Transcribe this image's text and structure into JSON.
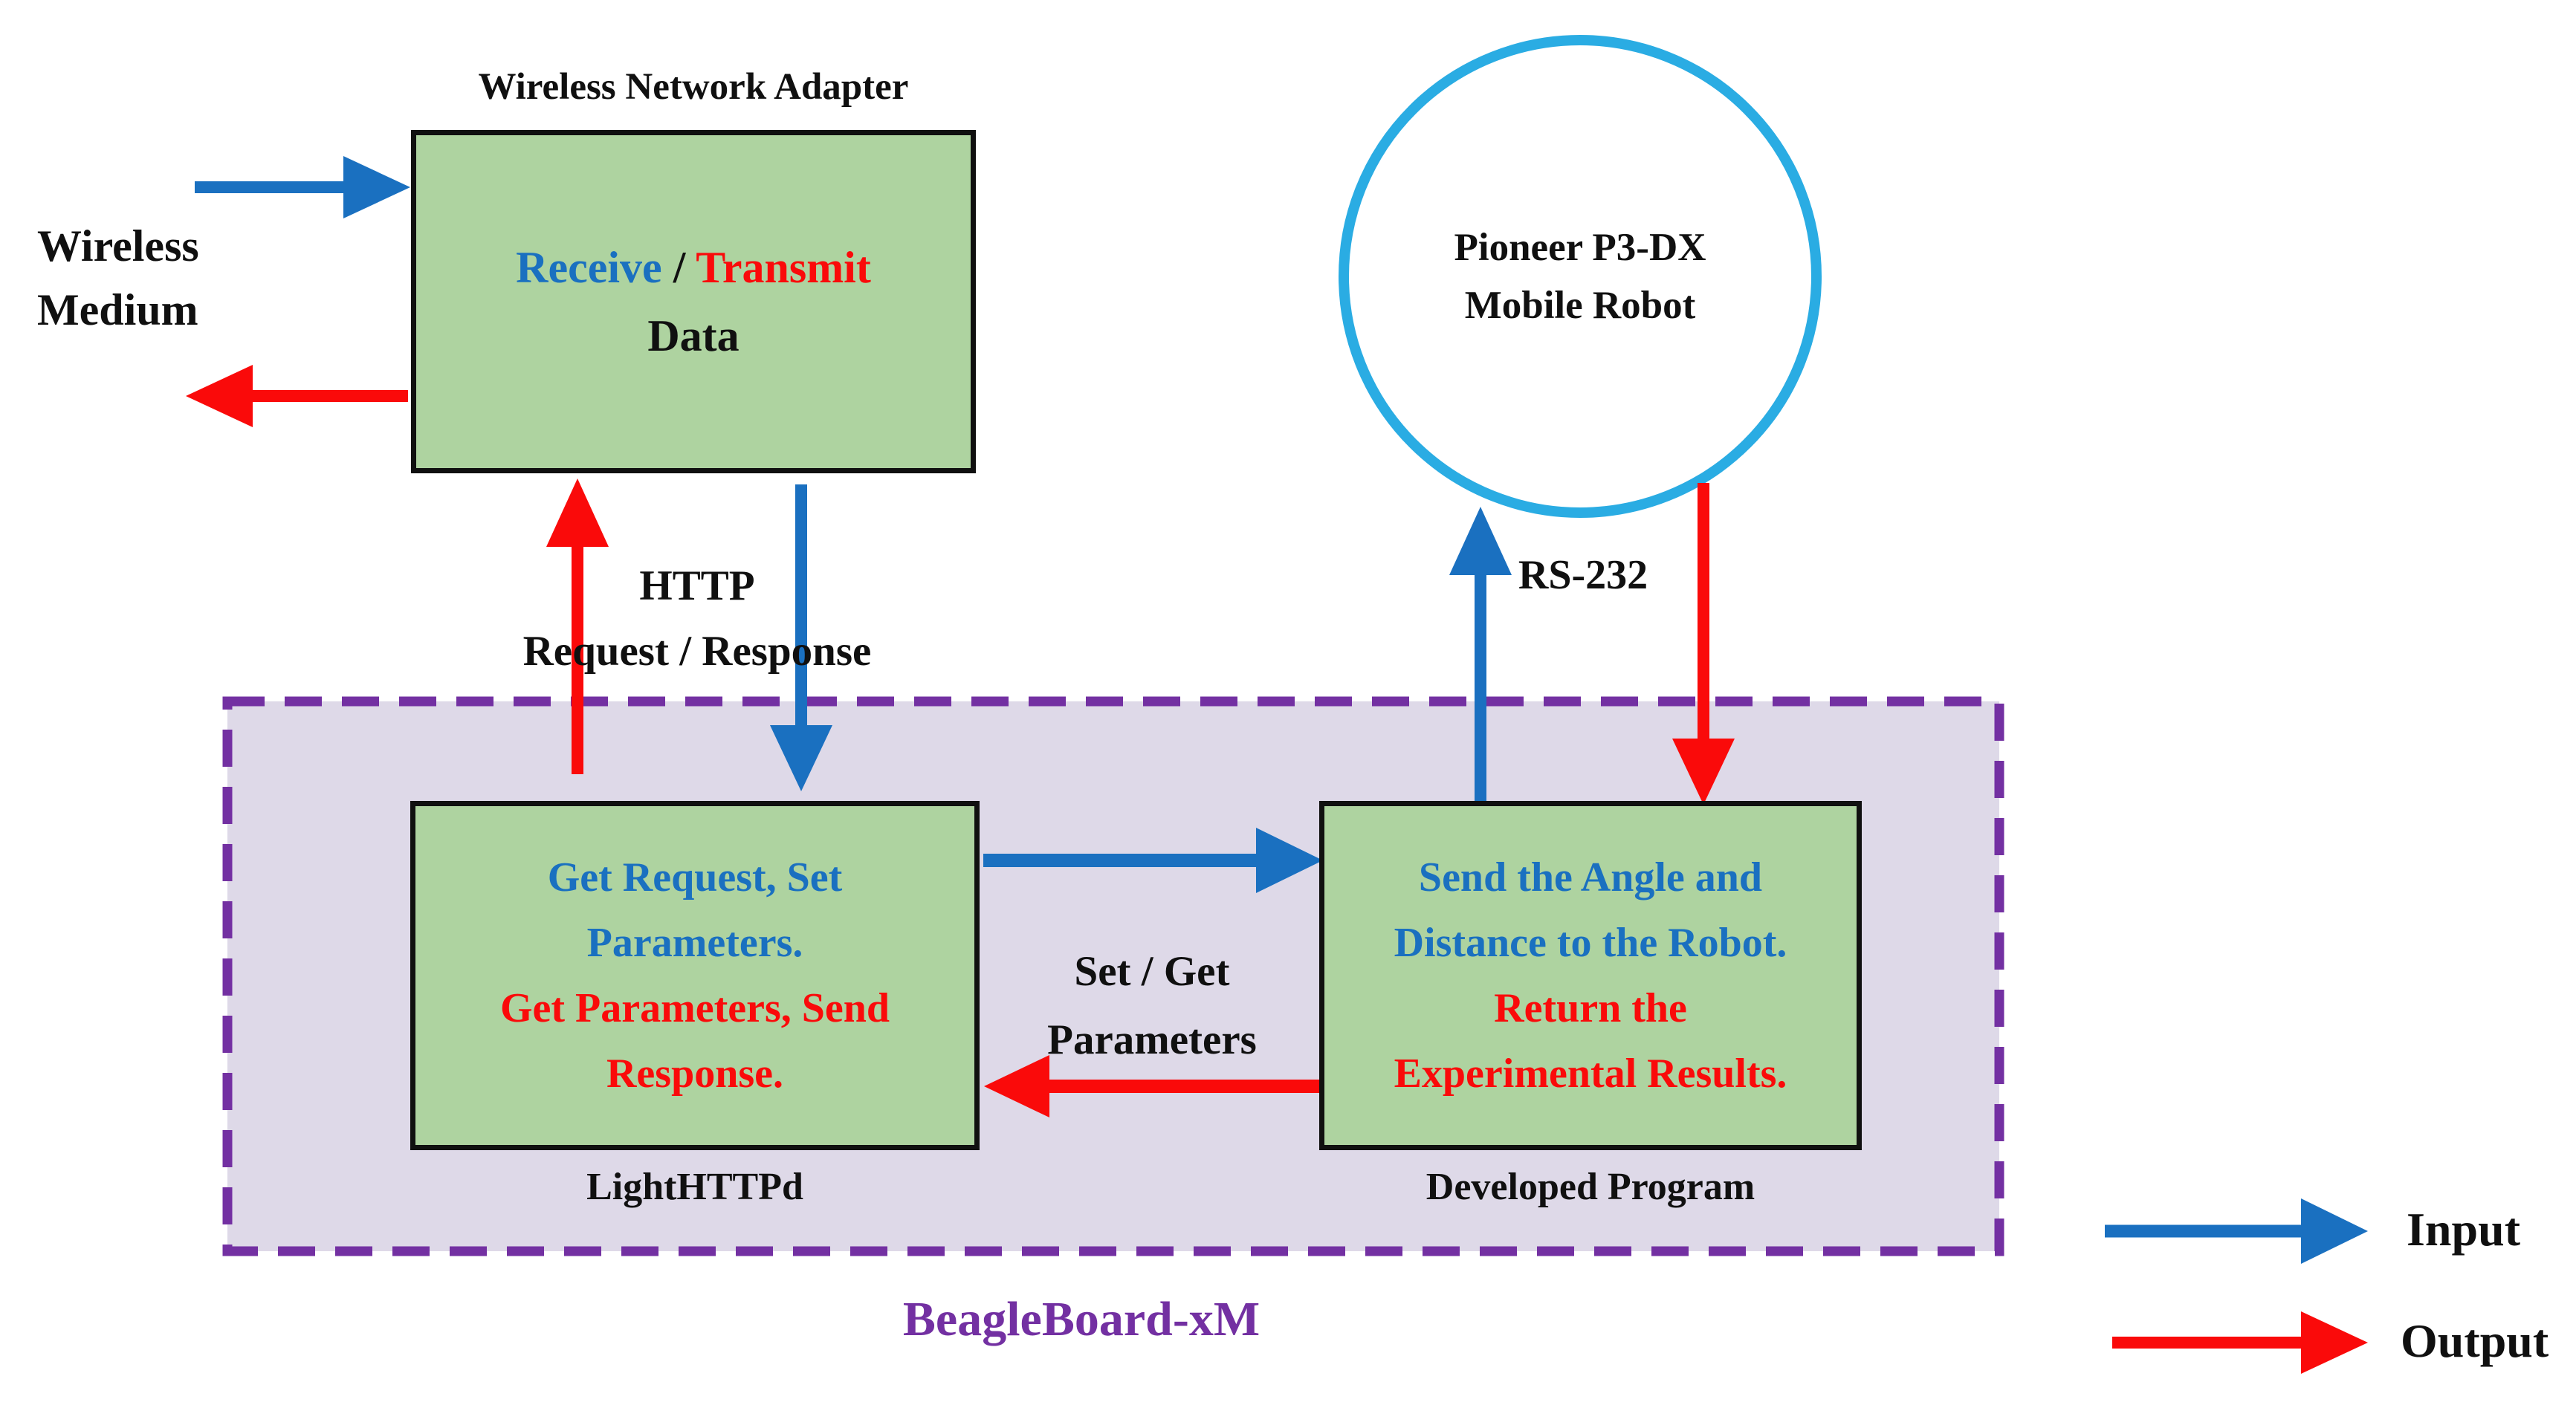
{
  "colors": {
    "ink": "#101010",
    "blue": "#1a70c0",
    "red": "#fa0a0a",
    "green": "#aed3a0",
    "lavender": "#ded9e8",
    "purple": "#7330a2",
    "cyan": "#2aace3",
    "canvas_bg": "#ffffff"
  },
  "adapter": {
    "title": "Wireless Network Adapter",
    "receive_label": "Receive",
    "separator": " / ",
    "transmit_label": "Transmit",
    "data_label": "Data"
  },
  "wireless_medium": {
    "line1": "Wireless",
    "line2": "Medium"
  },
  "robot_circle": {
    "line1": "Pioneer P3-DX",
    "line2": "Mobile Robot"
  },
  "http_link": {
    "line1": "HTTP",
    "line2": "Request / Response"
  },
  "rs232_link": {
    "label": "RS-232"
  },
  "setget_link": {
    "line1": "Set / Get",
    "line2": "Parameters"
  },
  "lighthttpd": {
    "caption": "LightHTTPd",
    "lines": [
      "Get Request, Set",
      "Parameters.",
      "Get Parameters, Send",
      "Response."
    ]
  },
  "developed_program": {
    "caption": "Developed Program",
    "lines": [
      "Send the Angle and",
      "Distance to the Robot.",
      "Return the",
      "Experimental Results."
    ]
  },
  "beagleboard": {
    "label": "BeagleBoard-xM"
  },
  "legend": {
    "input_label": "Input",
    "output_label": "Output"
  }
}
